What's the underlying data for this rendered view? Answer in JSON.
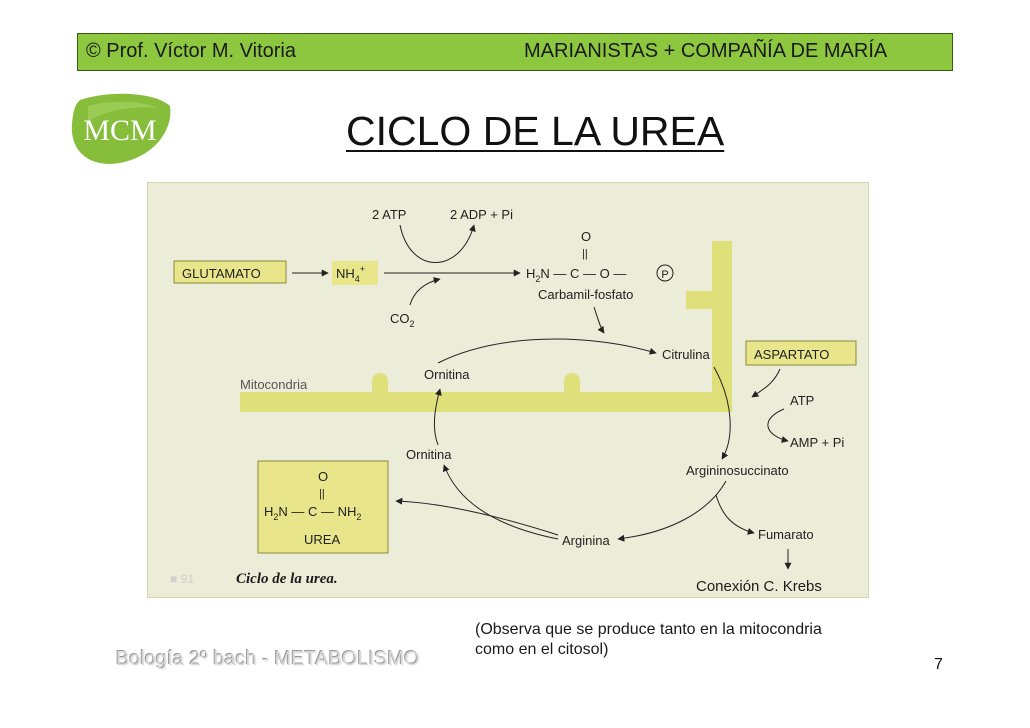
{
  "header": {
    "left_text": "© Prof. Víctor M. Vitoria",
    "right_text": "MARIANISTAS + COMPAÑÍA DE MARÍA",
    "bar_color": "#8dc63f"
  },
  "logo": {
    "text": "MCM",
    "color": "#86bd3a"
  },
  "title": "CICLO DE LA UREA",
  "diagram": {
    "atp_label": "2 ATP",
    "adp_label": "2 ADP + Pi",
    "glutamato": "GLUTAMATO",
    "nh4_main": "NH",
    "nh4_sub": "4",
    "nh4_sup": "+",
    "co2_main": "CO",
    "co2_sub": "2",
    "carbamil_o": "O",
    "carbamil_bond": "||",
    "carbamil_formula_h": "H",
    "carbamil_formula_sub": "2",
    "carbamil_formula_rest": "N — C — O —",
    "phosphate": "P",
    "carbamil_name": "Carbamil-fosfato",
    "mitocondria": "Mitocondria",
    "citrulina": "Citrulina",
    "aspartato": "ASPARTATO",
    "ornitina_top": "Ornitina",
    "ornitina_bottom": "Ornitina",
    "atp_right": "ATP",
    "amp_pi": "AMP + Pi",
    "argininosuccinato": "Argininosuccinato",
    "fumarato": "Fumarato",
    "arginina": "Arginina",
    "urea_o": "O",
    "urea_bond": "||",
    "urea_formula_left": "H",
    "urea_formula_sub1": "2",
    "urea_formula_mid": "N — C — NH",
    "urea_formula_sub2": "2",
    "urea_name": "UREA",
    "caption": "Ciclo de la urea.",
    "caption_prefix": "■ 91",
    "krebs": "Conexión C. Krebs",
    "membrane_color": "#dfe07a",
    "box_color": "#e9e58a"
  },
  "note": {
    "line1": "(Observa que se produce tanto en la mitocondria",
    "line2": "como en el citosol)"
  },
  "footer": {
    "text": "Bología 2º bach - METABOLISMO"
  },
  "page_number": "7"
}
